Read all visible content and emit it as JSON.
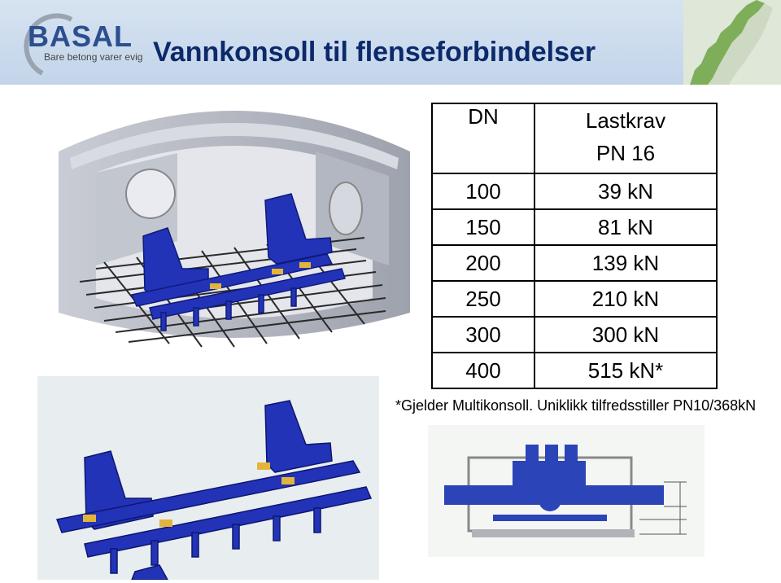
{
  "header": {
    "logo_text": "BASAL",
    "logo_tagline": "Bare betong varer evig",
    "title": "Vannkonsoll til flenseforbindelser"
  },
  "table": {
    "col1_header": "DN",
    "col2_header_line1": "Lastkrav",
    "col2_header_line2": "PN 16",
    "rows": [
      {
        "dn": "100",
        "load": "39 kN"
      },
      {
        "dn": "150",
        "load": "81 kN"
      },
      {
        "dn": "200",
        "load": "139 kN"
      },
      {
        "dn": "250",
        "load": "210 kN"
      },
      {
        "dn": "300",
        "load": "300 kN"
      },
      {
        "dn": "400",
        "load": "515 kN*"
      }
    ]
  },
  "footnote": "*Gjelder Multikonsoll. Uniklikk tilfredsstiller PN10/368kN",
  "colors": {
    "brand_blue": "#2c4f8f",
    "title_blue": "#0c2a6b",
    "bracket_blue": "#2233b8",
    "concrete_grey": "#b9bcc6"
  }
}
